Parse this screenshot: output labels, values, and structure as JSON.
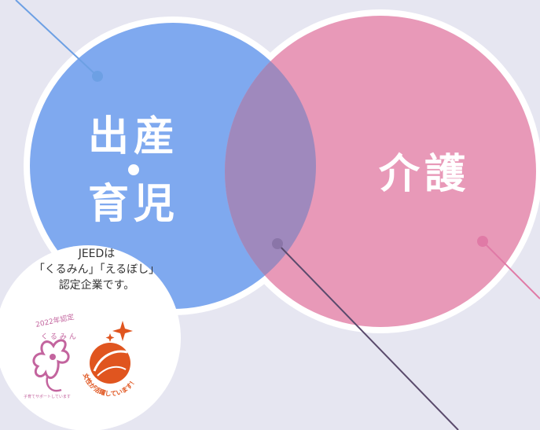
{
  "diagram": {
    "left_circle_label_line1": "出産",
    "left_circle_label_line2": "育児",
    "right_circle_label": "介護",
    "colors": {
      "background": "#e6e6f1",
      "blue_circle": "#7fa9ef",
      "pink_circle": "#e899b8",
      "overlap": "#9f89bd",
      "blue_line": "#6da0e4",
      "pink_line": "#e07aa6",
      "dark_line": "#5a4a6c"
    }
  },
  "badge": {
    "line1": "JEEDは",
    "line2": "「くるみん」「えるぼし」",
    "line3": "認定企業です。",
    "kurumin_logo": {
      "icon": "kurumin-mark-icon",
      "top_text": "2022年認定",
      "middle_text": "くるみん",
      "bottom_text": "子育てサポートしています"
    },
    "eruboshi_logo": {
      "icon": "eruboshi-mark-icon",
      "text": "女性が活躍しています！"
    }
  }
}
